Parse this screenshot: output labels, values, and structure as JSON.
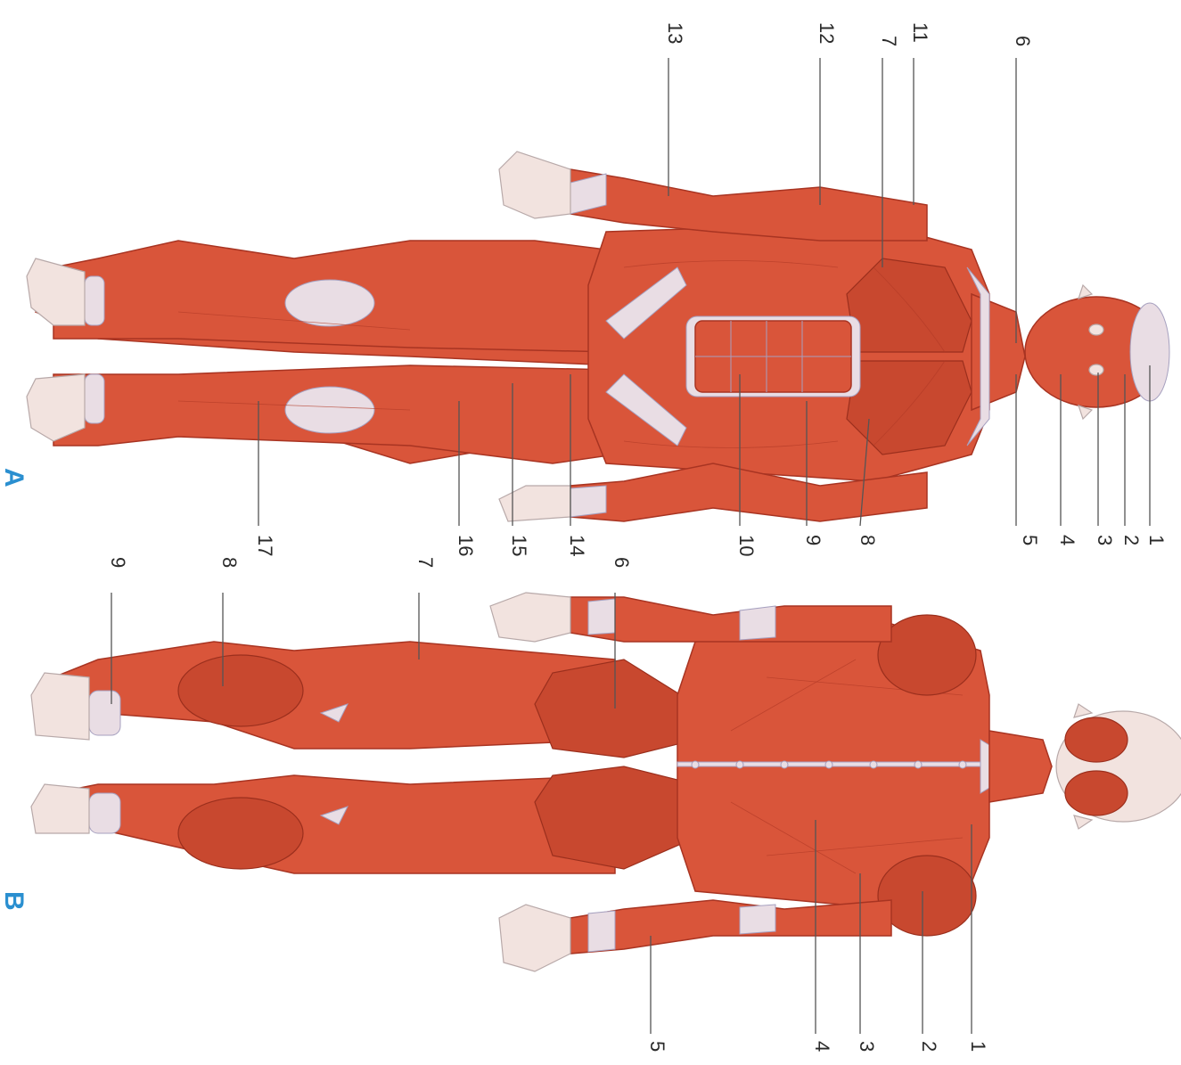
{
  "colors": {
    "muscle": "#d9553a",
    "tendon": "#e9dde4",
    "label_text": "#2a2a2a",
    "panel_letter": "#2a8fd0"
  },
  "panel_a": {
    "letter": "A",
    "labels": [
      "1",
      "2",
      "3",
      "4",
      "5",
      "6",
      "7",
      "8",
      "9",
      "10",
      "11",
      "12",
      "13",
      "14",
      "15",
      "16",
      "17"
    ]
  },
  "panel_b": {
    "letter": "B",
    "labels": [
      "1",
      "2",
      "3",
      "4",
      "5",
      "6",
      "7",
      "8",
      "9"
    ]
  }
}
